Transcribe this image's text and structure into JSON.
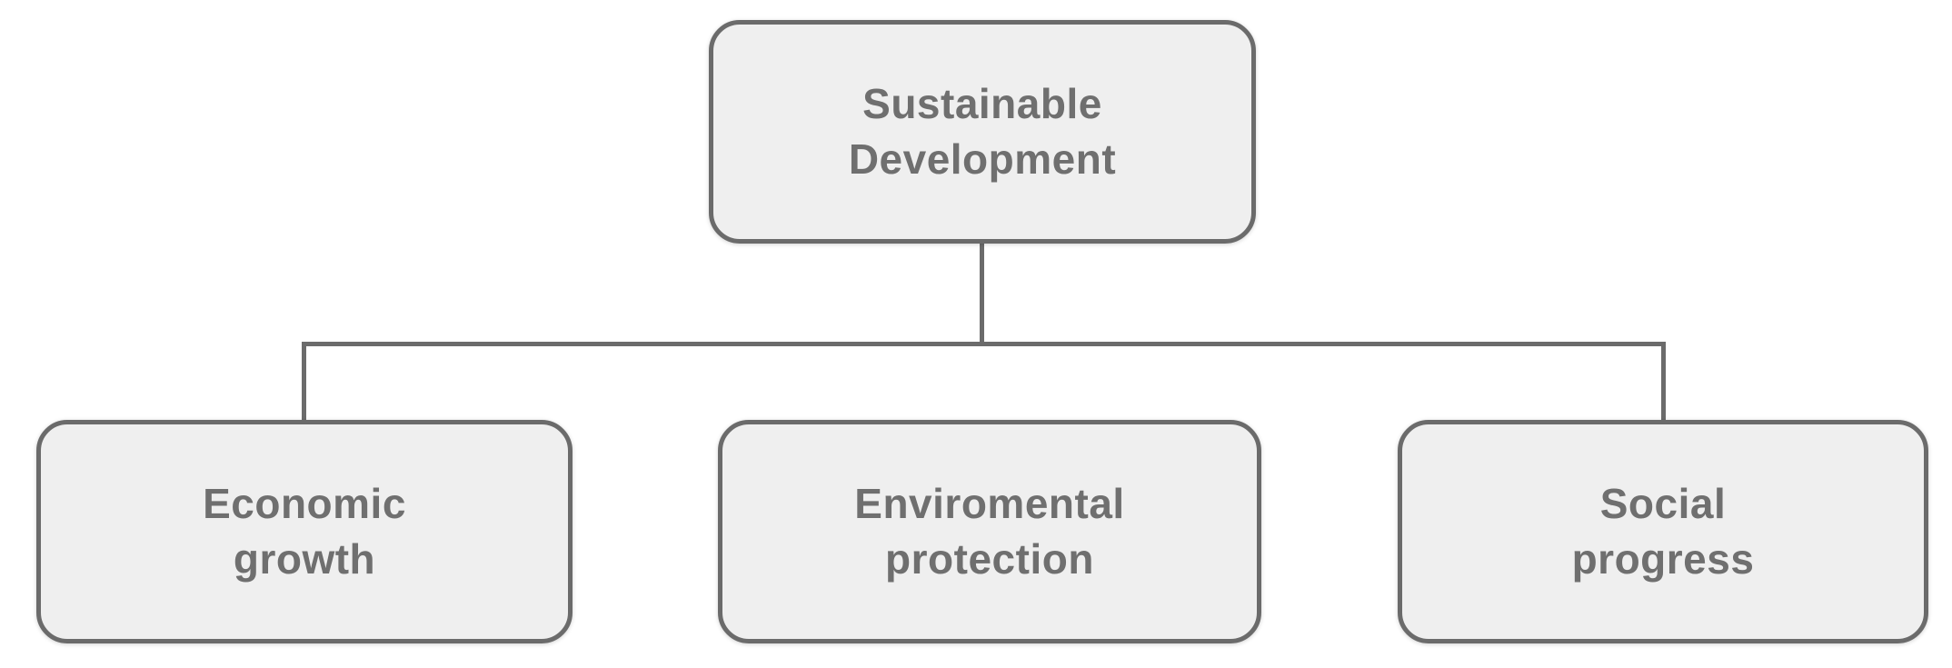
{
  "style": {
    "background": "#ffffff",
    "box_fill": "#efefef",
    "box_border": "#6b6b6b",
    "text_color": "#6f6f6f",
    "connector_color": "#6b6b6b"
  },
  "diagram": {
    "type": "hierarchy-flowchart",
    "root": {
      "label": "Sustainable Development",
      "lines": [
        "Sustainable",
        "Development"
      ]
    },
    "children": [
      {
        "label": "Economic growth",
        "lines": [
          "Economic",
          "growth"
        ]
      },
      {
        "label": "Enviromental protection",
        "lines": [
          "Enviromental",
          "protection"
        ]
      },
      {
        "label": "Social progress",
        "lines": [
          "Social",
          "progress"
        ]
      }
    ],
    "edges": [
      "root -> Economic growth",
      "root -> Enviromental protection",
      "root -> Social progress"
    ]
  }
}
